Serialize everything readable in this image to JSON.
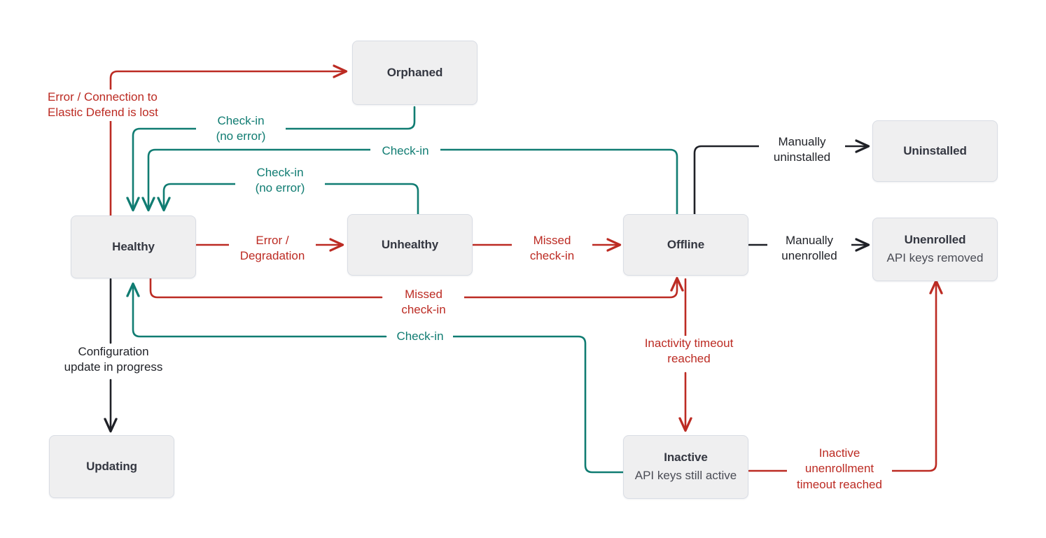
{
  "diagram": {
    "title": "Elastic Agent status state diagram",
    "colors": {
      "red": "#BC2B23",
      "teal": "#107C72",
      "black": "#1F2127",
      "node_fill": "#EFEFF0",
      "node_border": "#D9DDE4",
      "node_text": "#343741",
      "background": "#FFFFFF"
    }
  },
  "nodes": [
    {
      "id": "orphaned",
      "title": "Orphaned",
      "subtitle": ""
    },
    {
      "id": "healthy",
      "title": "Healthy",
      "subtitle": ""
    },
    {
      "id": "unhealthy",
      "title": "Unhealthy",
      "subtitle": ""
    },
    {
      "id": "offline",
      "title": "Offline",
      "subtitle": ""
    },
    {
      "id": "uninstalled",
      "title": "Uninstalled",
      "subtitle": ""
    },
    {
      "id": "unenrolled",
      "title": "Unenrolled",
      "subtitle": "API keys removed"
    },
    {
      "id": "inactive",
      "title": "Inactive",
      "subtitle": "API keys still active"
    },
    {
      "id": "updating",
      "title": "Updating",
      "subtitle": ""
    }
  ],
  "edges": [
    {
      "id": "healthy-to-orphaned",
      "from": "healthy",
      "to": "orphaned",
      "color": "red",
      "label": "Error / Connection to\nElastic Defend is lost"
    },
    {
      "id": "orphaned-to-healthy",
      "from": "orphaned",
      "to": "healthy",
      "color": "teal",
      "label": "Check-in\n(no error)"
    },
    {
      "id": "offline-to-healthy",
      "from": "offline",
      "to": "healthy",
      "color": "teal",
      "label": "Check-in"
    },
    {
      "id": "unhealthy-to-healthy",
      "from": "unhealthy",
      "to": "healthy",
      "color": "teal",
      "label": "Check-in\n(no error)"
    },
    {
      "id": "healthy-to-unhealthy",
      "from": "healthy",
      "to": "unhealthy",
      "color": "red",
      "label": "Error /\nDegradation"
    },
    {
      "id": "unhealthy-to-offline",
      "from": "unhealthy",
      "to": "offline",
      "color": "red",
      "label": "Missed\ncheck-in"
    },
    {
      "id": "healthy-to-offline",
      "from": "healthy",
      "to": "offline",
      "color": "red",
      "label": "Missed\ncheck-in"
    },
    {
      "id": "offline-to-uninstalled",
      "from": "offline",
      "to": "uninstalled",
      "color": "black",
      "label": "Manually\nuninstalled"
    },
    {
      "id": "offline-to-unenrolled",
      "from": "offline",
      "to": "unenrolled",
      "color": "black",
      "label": "Manually\nunenrolled"
    },
    {
      "id": "offline-to-inactive",
      "from": "offline",
      "to": "inactive",
      "color": "red",
      "label": "Inactivity timeout\nreached"
    },
    {
      "id": "inactive-to-healthy",
      "from": "inactive",
      "to": "healthy",
      "color": "teal",
      "label": "Check-in"
    },
    {
      "id": "inactive-to-unenrolled",
      "from": "inactive",
      "to": "unenrolled",
      "color": "red",
      "label": "Inactive\nunenrollment\ntimeout reached"
    },
    {
      "id": "healthy-to-updating",
      "from": "healthy",
      "to": "updating",
      "color": "black",
      "label": "Configuration\nupdate in progress"
    }
  ]
}
